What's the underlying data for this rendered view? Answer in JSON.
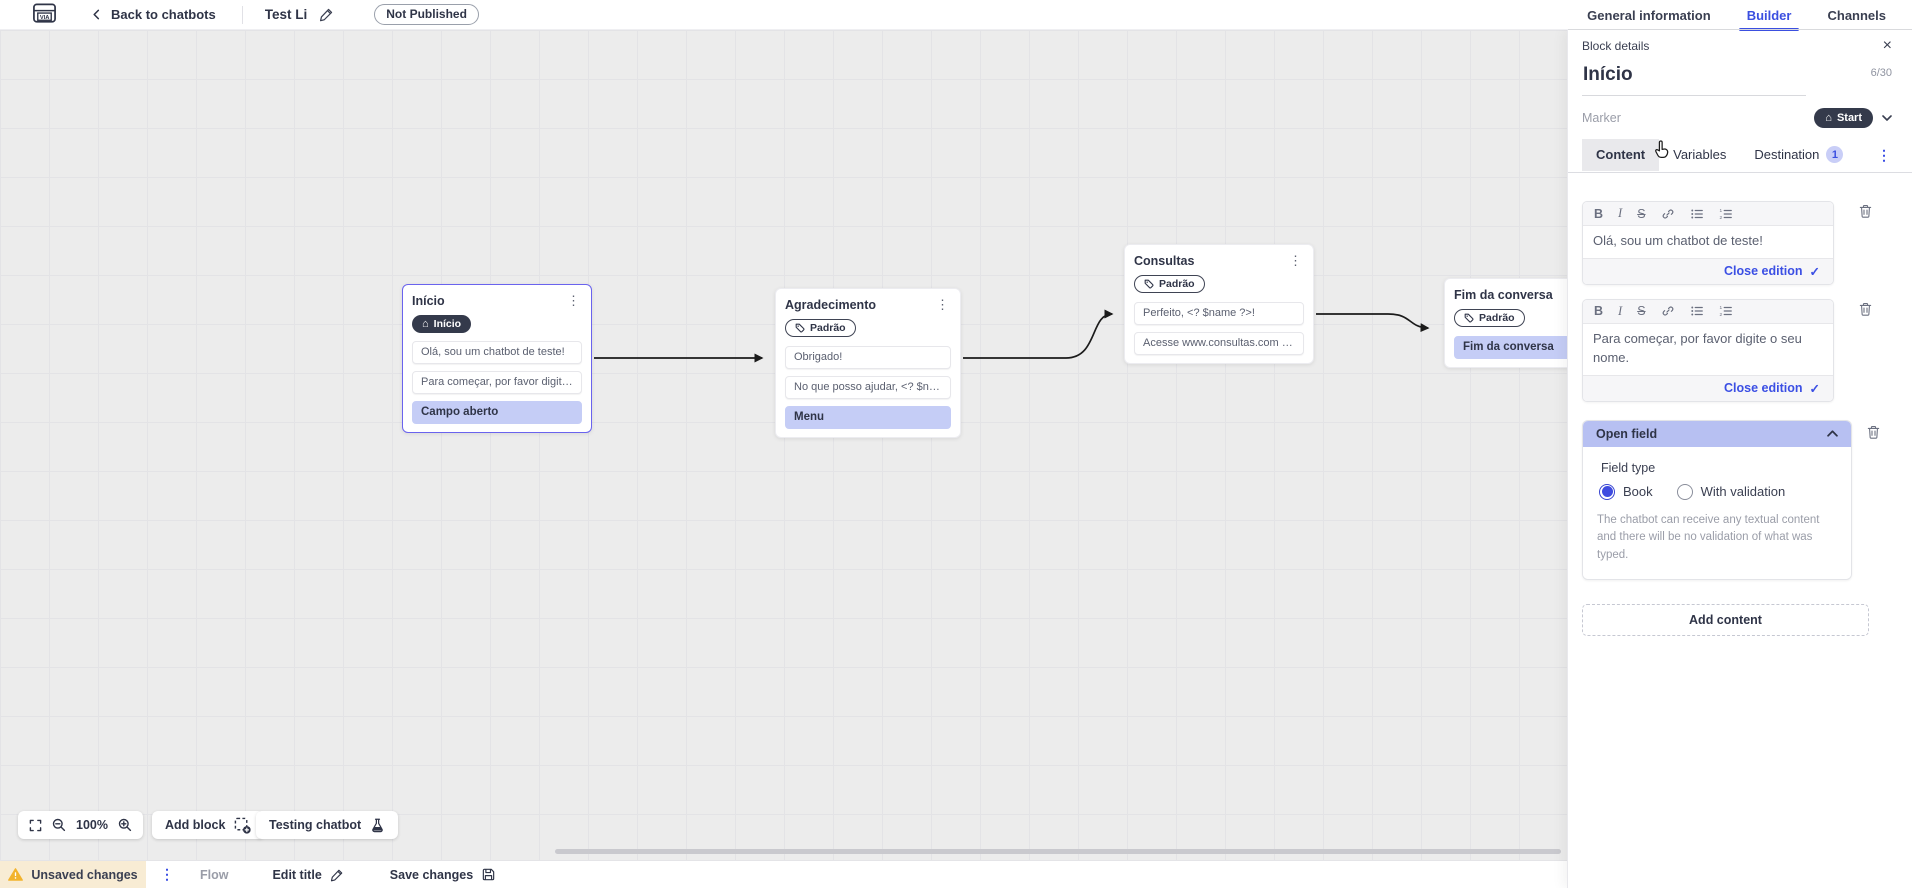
{
  "icons": {
    "kebab": "⋮",
    "home": "⌂",
    "close": "×",
    "check": "✓"
  },
  "topbar": {
    "back_label": "Back to chatbots",
    "chatbot_title": "Test Li",
    "status_badge": "Not Published",
    "nav_tabs": [
      {
        "label": "General information",
        "active": false
      },
      {
        "label": "Builder",
        "active": true
      },
      {
        "label": "Channels",
        "active": false
      }
    ]
  },
  "panel": {
    "header": "Block details",
    "block_title": "Início",
    "char_counter": "6/30",
    "marker": {
      "label": "Marker",
      "value": "Start"
    },
    "tabs": [
      {
        "label": "Content",
        "active": true
      },
      {
        "label": "Variables",
        "active": false
      },
      {
        "label": "Destination",
        "active": false,
        "badge": "1"
      }
    ],
    "editors": [
      {
        "text": "Olá, sou um chatbot de teste!",
        "close_label": "Close edition"
      },
      {
        "text": "Para começar, por favor digite o seu nome.",
        "close_label": "Close edition"
      }
    ],
    "open_field": {
      "title": "Open field",
      "field_type_label": "Field type",
      "options": [
        {
          "label": "Book",
          "selected": true
        },
        {
          "label": "With validation",
          "selected": false
        }
      ],
      "helper": "The chatbot can receive any textual content and there will be no validation of what was typed."
    },
    "add_content_label": "Add content"
  },
  "canvas": {
    "nodes": [
      {
        "title": "Início",
        "tag": "Início",
        "rows": [
          "Olá, sou um chatbot de teste!",
          "Para começar, por favor digite o ...",
          "Campo aberto"
        ]
      },
      {
        "title": "Agradecimento",
        "tag": "Padrão",
        "rows": [
          "Obrigado!",
          "No que posso ajudar, <? $name ...",
          "Menu"
        ]
      },
      {
        "title": "Consultas",
        "tag": "Padrão",
        "rows": [
          "Perfeito, <? $name ?>!",
          "Acesse www.consultas.com par..."
        ]
      },
      {
        "title": "Fim da conversa",
        "tag": "Padrão",
        "rows": [
          "Fim da conversa"
        ]
      }
    ],
    "controls": {
      "zoom_level": "100%",
      "add_block_label": "Add block",
      "testing_label": "Testing chatbot"
    }
  },
  "statusbar": {
    "unsaved_label": "Unsaved changes",
    "flow_label": "Flow",
    "edit_title_label": "Edit title",
    "save_label": "Save changes"
  },
  "colors": {
    "accent_blue": "#3b4fe4",
    "periwinkle_header": "#b7c0f2",
    "highlight_row": "#c5cdf6",
    "dark_pill": "#343a4b",
    "canvas_bg": "#ececec",
    "selected_node_border": "#6a63ee",
    "warning_yellow": "#f2b32c",
    "unsaved_bg": "#f8ecd4"
  }
}
